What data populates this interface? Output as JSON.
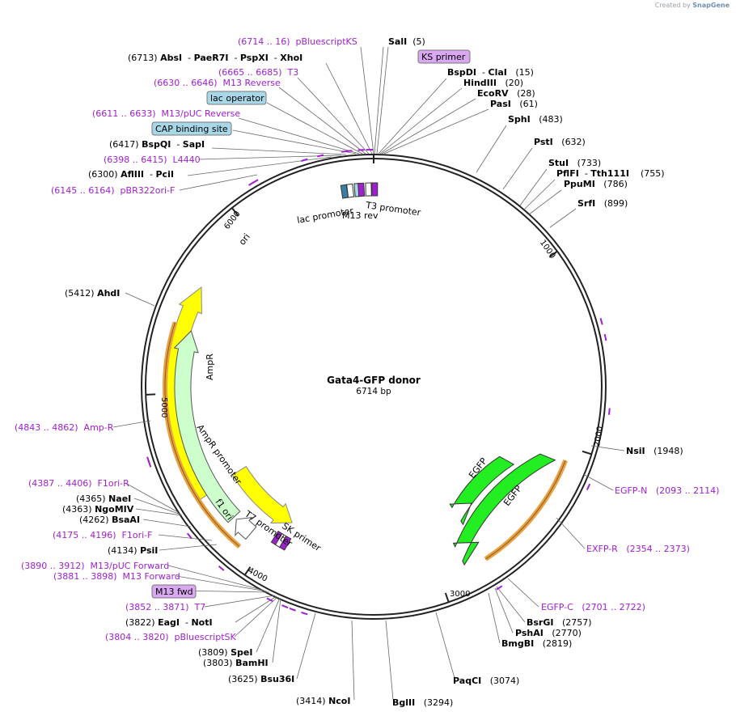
{
  "watermark": {
    "prefix": "Created by",
    "brand": "SnapGene"
  },
  "title": "Gata4-GFP donor",
  "size_label": "6714 bp",
  "colors": {
    "backbone": "#222222",
    "primer": "#a020d0",
    "feature_box_blue": "#a8d8e8",
    "feature_box_purple": "#d9a8f0",
    "yellow": "#ffff00",
    "green": "#22ee22",
    "light_green": "#ccffcc",
    "orange": "#e8a040"
  },
  "ticks": [
    "1000",
    "2000",
    "3000",
    "4000",
    "5000",
    "6000"
  ],
  "site_labels": [
    {
      "id": "pbks",
      "type": "primer",
      "parts": [
        {
          "t": "(6714 .. 16)  pBluescriptKS",
          "c": "p"
        }
      ]
    },
    {
      "id": "sali",
      "type": "site",
      "parts": [
        {
          "t": "SalI",
          "c": "b"
        },
        {
          "t": "  (5)",
          "c": "n"
        }
      ]
    },
    {
      "id": "absi",
      "type": "site",
      "parts": [
        {
          "t": "(6713) ",
          "c": "n"
        },
        {
          "t": "AbsI",
          "c": "b"
        },
        {
          "t": "  - ",
          "c": "n"
        },
        {
          "t": "PaeR7I",
          "c": "b"
        },
        {
          "t": "  - ",
          "c": "n"
        },
        {
          "t": "PspXI",
          "c": "b"
        },
        {
          "t": "  - ",
          "c": "n"
        },
        {
          "t": "XhoI",
          "c": "b"
        }
      ]
    },
    {
      "id": "t3",
      "type": "primer",
      "parts": [
        {
          "t": "(6665 .. 6685)  T3",
          "c": "p"
        }
      ]
    },
    {
      "id": "m13r",
      "type": "primer",
      "parts": [
        {
          "t": "(6630 .. 6646)  M13 Reverse",
          "c": "p"
        }
      ]
    },
    {
      "id": "m13puc",
      "type": "primer",
      "parts": [
        {
          "t": "(6611 .. 6633)  M13/pUC Reverse",
          "c": "p"
        }
      ]
    },
    {
      "id": "bspqi",
      "type": "site",
      "parts": [
        {
          "t": "(6417) ",
          "c": "n"
        },
        {
          "t": "BspQI",
          "c": "b"
        },
        {
          "t": "  - ",
          "c": "n"
        },
        {
          "t": "SapI",
          "c": "b"
        }
      ]
    },
    {
      "id": "l4440",
      "type": "primer",
      "parts": [
        {
          "t": "(6398 .. 6415)  L4440",
          "c": "p"
        }
      ]
    },
    {
      "id": "afliii",
      "type": "site",
      "parts": [
        {
          "t": "(6300) ",
          "c": "n"
        },
        {
          "t": "AflIII",
          "c": "b"
        },
        {
          "t": "  - ",
          "c": "n"
        },
        {
          "t": "PciI",
          "c": "b"
        }
      ]
    },
    {
      "id": "pbr",
      "type": "primer",
      "parts": [
        {
          "t": "(6145 .. 6164)  pBR322ori-F",
          "c": "p"
        }
      ]
    },
    {
      "id": "bspdi",
      "type": "site",
      "parts": [
        {
          "t": "BspDI",
          "c": "b"
        },
        {
          "t": "  - ",
          "c": "n"
        },
        {
          "t": "ClaI",
          "c": "b"
        },
        {
          "t": "   (15)",
          "c": "n"
        }
      ]
    },
    {
      "id": "hind",
      "type": "site",
      "parts": [
        {
          "t": "HindIII",
          "c": "b"
        },
        {
          "t": "   (20)",
          "c": "n"
        }
      ]
    },
    {
      "id": "ecorv",
      "type": "site",
      "parts": [
        {
          "t": "EcoRV",
          "c": "b"
        },
        {
          "t": "   (28)",
          "c": "n"
        }
      ]
    },
    {
      "id": "pasi",
      "type": "site",
      "parts": [
        {
          "t": "PasI",
          "c": "b"
        },
        {
          "t": "   (61)",
          "c": "n"
        }
      ]
    },
    {
      "id": "sphi",
      "type": "site",
      "parts": [
        {
          "t": "SphI",
          "c": "b"
        },
        {
          "t": "   (483)",
          "c": "n"
        }
      ]
    },
    {
      "id": "psti",
      "type": "site",
      "parts": [
        {
          "t": "PstI",
          "c": "b"
        },
        {
          "t": "   (632)",
          "c": "n"
        }
      ]
    },
    {
      "id": "stui",
      "type": "site",
      "parts": [
        {
          "t": "StuI",
          "c": "b"
        },
        {
          "t": "   (733)",
          "c": "n"
        }
      ]
    },
    {
      "id": "pflfi",
      "type": "site",
      "parts": [
        {
          "t": "PflFI",
          "c": "b"
        },
        {
          "t": "  - ",
          "c": "n"
        },
        {
          "t": "Tth111I",
          "c": "b"
        },
        {
          "t": "    (755)",
          "c": "n"
        }
      ]
    },
    {
      "id": "ppumi",
      "type": "site",
      "parts": [
        {
          "t": "PpuMI",
          "c": "b"
        },
        {
          "t": "   (786)",
          "c": "n"
        }
      ]
    },
    {
      "id": "srfi",
      "type": "site",
      "parts": [
        {
          "t": "SrfI",
          "c": "b"
        },
        {
          "t": "   (899)",
          "c": "n"
        }
      ]
    },
    {
      "id": "ahdi",
      "type": "site",
      "parts": [
        {
          "t": "(5412) ",
          "c": "n"
        },
        {
          "t": "AhdI",
          "c": "b"
        }
      ]
    },
    {
      "id": "ampr",
      "type": "primer",
      "parts": [
        {
          "t": "(4843 .. 4862)  Amp-R",
          "c": "p"
        }
      ]
    },
    {
      "id": "nsii",
      "type": "site",
      "parts": [
        {
          "t": "NsiI",
          "c": "b"
        },
        {
          "t": "   (1948)",
          "c": "n"
        }
      ]
    },
    {
      "id": "egfpn",
      "type": "primer",
      "parts": [
        {
          "t": "EGFP-N",
          "c": "p"
        },
        {
          "t": "   (2093 .. 2114)",
          "c": "p"
        }
      ]
    },
    {
      "id": "exfpr",
      "type": "primer",
      "parts": [
        {
          "t": "EXFP-R",
          "c": "p"
        },
        {
          "t": "   (2354 .. 2373)",
          "c": "p"
        }
      ]
    },
    {
      "id": "egfpc",
      "type": "primer",
      "parts": [
        {
          "t": "EGFP-C",
          "c": "p"
        },
        {
          "t": "   (2701 .. 2722)",
          "c": "p"
        }
      ]
    },
    {
      "id": "bsrgi",
      "type": "site",
      "parts": [
        {
          "t": "BsrGI",
          "c": "b"
        },
        {
          "t": "   (2757)",
          "c": "n"
        }
      ]
    },
    {
      "id": "pshai",
      "type": "site",
      "parts": [
        {
          "t": "PshAI",
          "c": "b"
        },
        {
          "t": "   (2770)",
          "c": "n"
        }
      ]
    },
    {
      "id": "bmgbi",
      "type": "site",
      "parts": [
        {
          "t": "BmgBI",
          "c": "b"
        },
        {
          "t": "   (2819)",
          "c": "n"
        }
      ]
    },
    {
      "id": "paqci",
      "type": "site",
      "parts": [
        {
          "t": "PaqCI",
          "c": "b"
        },
        {
          "t": "   (3074)",
          "c": "n"
        }
      ]
    },
    {
      "id": "bglii",
      "type": "site",
      "parts": [
        {
          "t": "BglII",
          "c": "b"
        },
        {
          "t": "   (3294)",
          "c": "n"
        }
      ]
    },
    {
      "id": "ncoi",
      "type": "site",
      "parts": [
        {
          "t": "(3414) ",
          "c": "n"
        },
        {
          "t": "NcoI",
          "c": "b"
        }
      ]
    },
    {
      "id": "bsu36",
      "type": "site",
      "parts": [
        {
          "t": "(3625) ",
          "c": "n"
        },
        {
          "t": "Bsu36I",
          "c": "b"
        }
      ]
    },
    {
      "id": "bamhi",
      "type": "site",
      "parts": [
        {
          "t": "(3803) ",
          "c": "n"
        },
        {
          "t": "BamHI",
          "c": "b"
        }
      ]
    },
    {
      "id": "spei",
      "type": "site",
      "parts": [
        {
          "t": "(3809) ",
          "c": "n"
        },
        {
          "t": "SpeI",
          "c": "b"
        }
      ]
    },
    {
      "id": "pbsk",
      "type": "primer",
      "parts": [
        {
          "t": "(3804 .. 3820)  pBluescriptSK",
          "c": "p"
        }
      ]
    },
    {
      "id": "eagi",
      "type": "site",
      "parts": [
        {
          "t": "(3822) ",
          "c": "n"
        },
        {
          "t": "EagI",
          "c": "b"
        },
        {
          "t": "  - ",
          "c": "n"
        },
        {
          "t": "NotI",
          "c": "b"
        }
      ]
    },
    {
      "id": "t7",
      "type": "primer",
      "parts": [
        {
          "t": "(3852 .. 3871)  T7",
          "c": "p"
        }
      ]
    },
    {
      "id": "m13f",
      "type": "primer",
      "parts": [
        {
          "t": "(3881 .. 3898)  M13 Forward",
          "c": "p"
        }
      ]
    },
    {
      "id": "m13pf",
      "type": "primer",
      "parts": [
        {
          "t": "(3890 .. 3912)  M13/pUC Forward",
          "c": "p"
        }
      ]
    },
    {
      "id": "psii",
      "type": "site",
      "parts": [
        {
          "t": "(4134) ",
          "c": "n"
        },
        {
          "t": "PsiI",
          "c": "b"
        }
      ]
    },
    {
      "id": "f1f",
      "type": "primer",
      "parts": [
        {
          "t": "(4175 .. 4196)  F1ori-F",
          "c": "p"
        }
      ]
    },
    {
      "id": "bsaai",
      "type": "site",
      "parts": [
        {
          "t": "(4262) ",
          "c": "n"
        },
        {
          "t": "BsaAI",
          "c": "b"
        }
      ]
    },
    {
      "id": "ngomiv",
      "type": "site",
      "parts": [
        {
          "t": "(4363) ",
          "c": "n"
        },
        {
          "t": "NgoMIV",
          "c": "b"
        }
      ]
    },
    {
      "id": "naei",
      "type": "site",
      "parts": [
        {
          "t": "(4365) ",
          "c": "n"
        },
        {
          "t": "NaeI",
          "c": "b"
        }
      ]
    },
    {
      "id": "f1r",
      "type": "primer",
      "parts": [
        {
          "t": "(4387 .. 4406)  F1ori-R",
          "c": "p"
        }
      ]
    }
  ],
  "boxed_labels": {
    "ks_primer": "KS primer",
    "lac_operator": "lac operator",
    "cap_site": "CAP binding site",
    "m13_fwd": "M13 fwd"
  },
  "feature_labels": {
    "ori": "ori",
    "ampr": "AmpR",
    "ampr_promoter": "AmpR promoter",
    "f1_ori": "f1 ori",
    "egfp1": "EGFP",
    "egfp2": "EGFP",
    "lac_promoter": "lac promoter",
    "m13_rev": "M13 rev",
    "t3_promoter": "T3 promoter",
    "t7_promoter": "T7 promoter",
    "sk_primer": "SK primer"
  }
}
